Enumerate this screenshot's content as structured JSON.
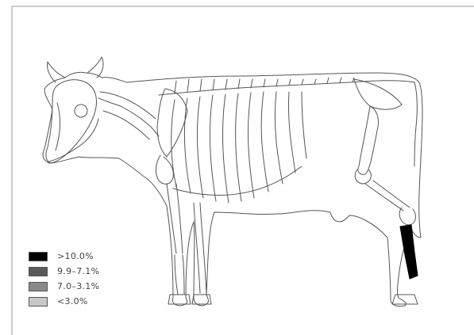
{
  "figure": {
    "subject": "cow-skeleton",
    "highlighted_bone": "right-hind-metatarsus",
    "highlight_category": ">10.0%"
  },
  "legend": [
    {
      "label": ">10.0%",
      "color": "#000000"
    },
    {
      "label": "9.9–7.1%",
      "color": "#5a5a5a"
    },
    {
      "label": "7.0–3.1%",
      "color": "#8a8a8a"
    },
    {
      "label": "<3.0%",
      "color": "#c8c8c8"
    }
  ],
  "colors": {
    "outline": "#555555",
    "background": "#ffffff",
    "frame": "#9a9a9a"
  }
}
